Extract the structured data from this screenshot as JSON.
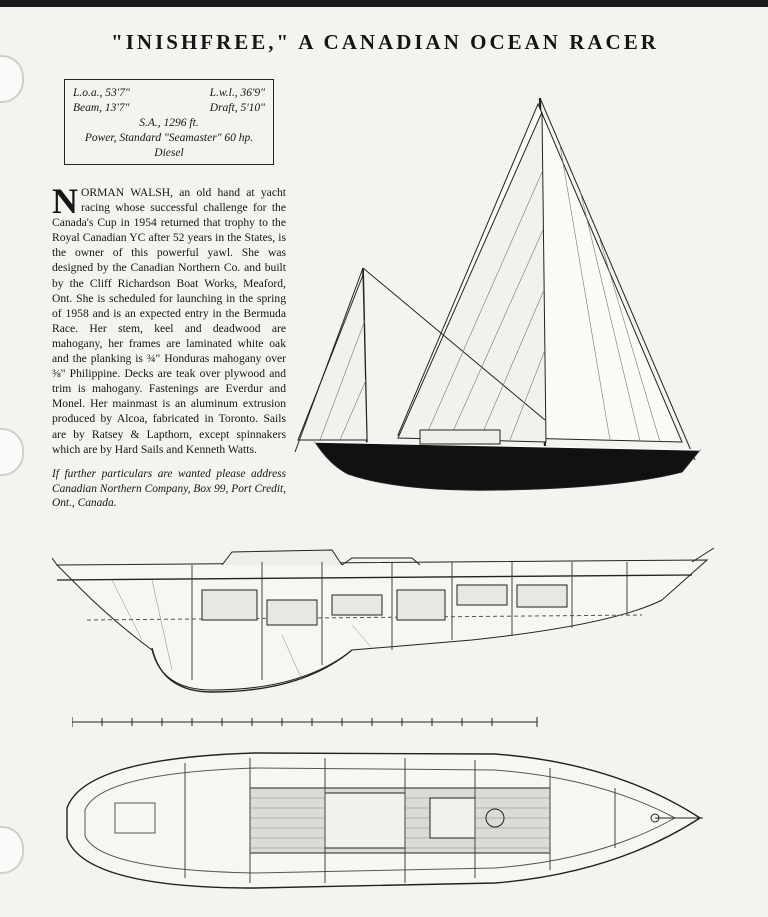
{
  "page": {
    "title": "\"INISHFREE,\" A CANADIAN OCEAN RACER"
  },
  "specs": {
    "loa": "L.o.a., 53'7\"",
    "lwl": "L.w.l., 36'9\"",
    "beam": "Beam, 13'7\"",
    "draft": "Draft, 5'10\"",
    "sa": "S.A., 1296 ft.",
    "power_line1": "Power, Standard \"Seamaster\" 60 hp.",
    "power_line2": "Diesel"
  },
  "article": {
    "dropcap": "N",
    "lead": "ORMAN WALSH",
    "body": ", an old hand at yacht racing whose successful challenge for the Canada's Cup in 1954 returned that trophy to the Royal Canadian YC after 52 years in the States, is the owner of this powerful yawl. She was designed by the Canadian Northern Co. and built by the Cliff Richardson Boat Works, Meaford, Ont. She is scheduled for launching in the spring of 1958 and is an expected entry in the Bermuda Race. Her stem, keel and deadwood are mahogany, her frames are laminated white oak and the planking is ¾\" Honduras mahogany over ⅜\" Philippine. Decks are teak over plywood and trim is mahogany. Fastenings are Everdur and Monel. Her mainmast is an aluminum extrusion produced by Alcoa, fabricated in Toronto. Sails are by Ratsey & Lapthorn, except spinnakers which are by Hard Sails and Kenneth Watts.",
    "note": "If further particulars are wanted please address Canadian Northern Company, Box 99, Port Credit, Ont., Canada."
  }
}
